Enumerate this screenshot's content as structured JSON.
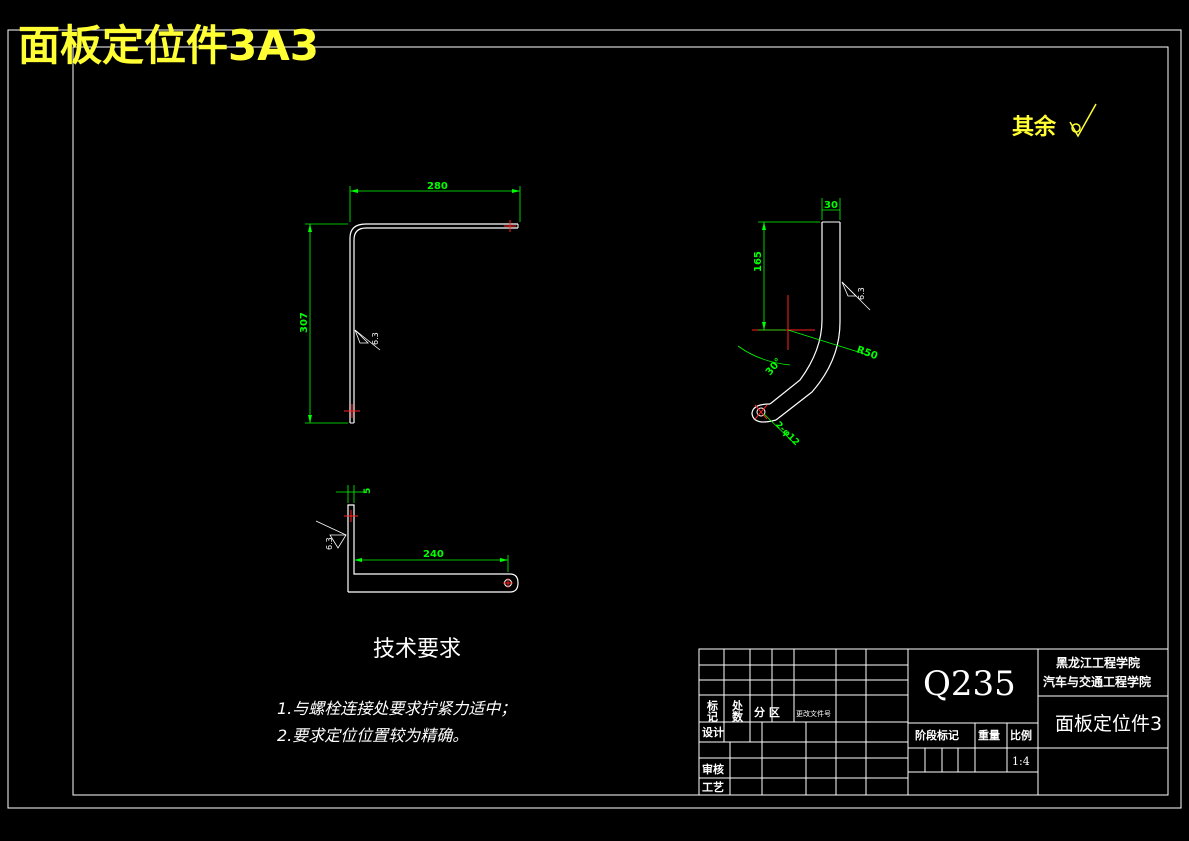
{
  "header": {
    "title": "面板定位件3A3"
  },
  "roughness_note": {
    "text": "其余"
  },
  "views": {
    "front": {
      "dim_width": "280",
      "dim_height": "307",
      "roughness": "6.3"
    },
    "side": {
      "dim_width": "30",
      "dim_height": "165",
      "dim_radius": "R50",
      "dim_angle": "30°",
      "dim_hole": "2-φ12",
      "roughness": "6.3"
    },
    "top": {
      "dim_thickness": "5",
      "dim_length": "240",
      "roughness": "6.3"
    }
  },
  "technical_requirements": {
    "heading": "技术要求",
    "items": [
      "1.与螺栓连接处要求拧紧力适中；",
      "2.要求定位位置较为精确。"
    ]
  },
  "title_block": {
    "material": "Q235",
    "school_line1": "黑龙江工程学院",
    "school_line2": "汽车与交通工程学院",
    "part_name": "面板定位件3",
    "label_mark": "标记",
    "label_count": "处数",
    "label_zone": "分 区",
    "label_change_doc": "更改文件号",
    "label_design": "设计",
    "label_review": "审核",
    "label_process": "工艺",
    "label_stage": "阶段标记",
    "label_weight": "重量",
    "label_scale": "比例",
    "scale_value": "1:4"
  },
  "colors": {
    "line": "#ffffff",
    "dimension": "#00ff00",
    "center": "#ff2020",
    "accent": "#ffff33",
    "hatch": "#aa88ff"
  }
}
